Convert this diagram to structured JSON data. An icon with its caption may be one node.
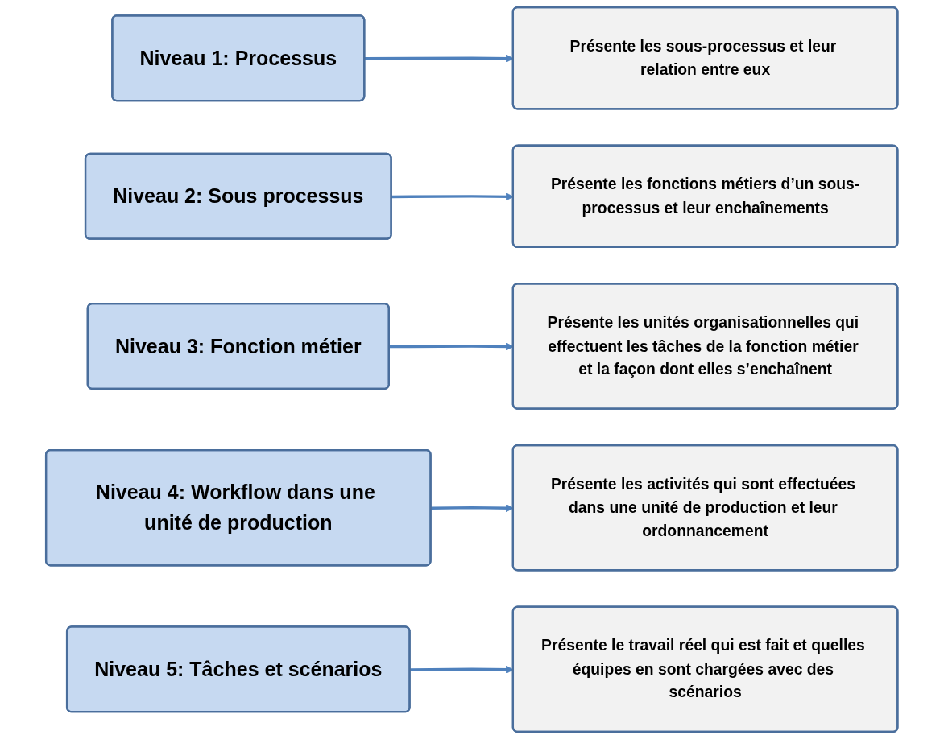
{
  "diagram": {
    "nodes": [
      {
        "text": [
          "Niveau 1: Processus"
        ]
      },
      {
        "text": [
          "Présente les sous-processus et leur relation entre eux"
        ]
      },
      {
        "text": [
          "Niveau 2: Sous processus"
        ]
      },
      {
        "text": [
          "Présente les fonctions métiers d’un sous-processus et leur enchaînements"
        ]
      },
      {
        "text": [
          "Niveau 3: Fonction métier"
        ]
      },
      {
        "text": [
          "Présente les unités organisationnelles qui effectuent les tâches de la fonction métier et la façon dont elles s’enchaînent"
        ]
      },
      {
        "text": [
          "Niveau 4: Workflow dans une unité de production"
        ]
      },
      {
        "text": [
          "Présente les activités qui sont effectuées dans une unité de production et leur ordonnancement"
        ]
      },
      {
        "text": [
          "Niveau 5: Tâches et scénarios"
        ]
      },
      {
        "text": [
          "Présente le travail réel qui est fait et quelles équipes en sont chargées avec des scénarios"
        ]
      }
    ],
    "edges": [
      {
        "from": 0,
        "to": 1,
        "arrow": "to"
      },
      {
        "from": 2,
        "to": 3,
        "arrow": "to"
      },
      {
        "from": 4,
        "to": 5,
        "arrow": "to"
      },
      {
        "from": 6,
        "to": 7,
        "arrow": "to"
      },
      {
        "from": 8,
        "to": 9,
        "arrow": "to"
      }
    ]
  }
}
